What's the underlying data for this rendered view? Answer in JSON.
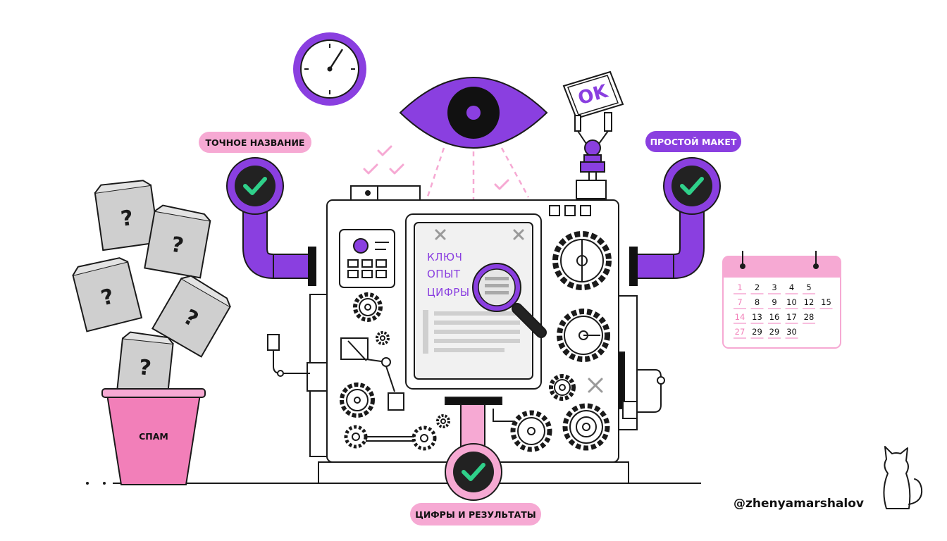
{
  "labels": {
    "exact_title": "ТОЧНОЕ НАЗВАНИЕ",
    "simple_layout": "ПРОСТОЙ МАКЕТ",
    "numbers_results": "ЦИФРЫ И РЕЗУЛЬТАТЫ",
    "spam": "СПАМ",
    "ok_sign": "OK"
  },
  "screen_words": [
    "КЛЮЧ",
    "ОПЫТ",
    "ЦИФРЫ"
  ],
  "question_mark": "?",
  "calendar": {
    "rows": [
      [
        "1",
        "2",
        "3",
        "4",
        "5"
      ],
      [
        "7",
        "8",
        "9",
        "10",
        "12",
        "15"
      ],
      [
        "14",
        "13",
        "16",
        "17",
        "28"
      ],
      [
        "27",
        "29",
        "29",
        "30"
      ]
    ]
  },
  "handle": "@zhenyamarshalov",
  "colors": {
    "purple": "#8a3fe0",
    "pink": "#f6a9d3",
    "pink_dark": "#f27fb9",
    "ink": "#1a1a1a",
    "check_green": "#2fd08a"
  },
  "icons": [
    "clock-icon",
    "eye-icon",
    "ok-sign-icon",
    "robot-arm-icon",
    "checkmark-icon",
    "magnifier-icon",
    "gear-icon",
    "calendar-icon",
    "trash-bin-icon",
    "cat-icon",
    "close-icon"
  ]
}
